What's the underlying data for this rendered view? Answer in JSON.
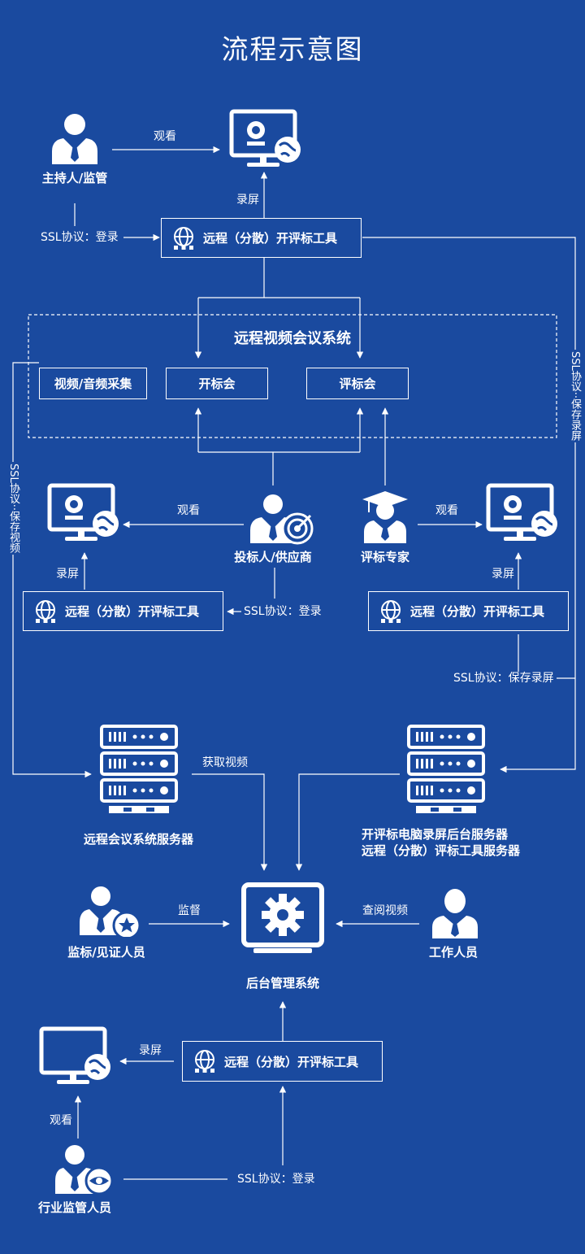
{
  "title": "流程示意图",
  "roles": {
    "host": "主持人/监管",
    "bidder": "投标人/供应商",
    "expert": "评标专家",
    "supervisor": "监标/见证人员",
    "staff": "工作人员",
    "industry": "行业监管人员"
  },
  "tool_label": "远程（分散）开评标工具",
  "video_system": {
    "title": "远程视频会议系统",
    "items": [
      "视频/音频采集",
      "开标会",
      "评标会"
    ]
  },
  "edge_labels": {
    "watch": "观看",
    "record": "录屏",
    "ssl_login": "SSL协议：登录",
    "ssl_login_short": "SSL协议：登录",
    "ssl_save_screen": "SSL协议：保存录屏",
    "ssl_save_screen_vertical": "SSL协议··保存录屏",
    "ssl_save_video_vertical": "SSL协议··保存视频",
    "get_video": "获取视频",
    "supervise": "监督",
    "review_video": "查阅视频"
  },
  "servers": {
    "meeting": "远程会议系统服务器",
    "recording_line1": "开评标电脑录屏后台服务器",
    "recording_line2": "远程（分散）评标工具服务器"
  },
  "backend": "后台管理系统",
  "colors": {
    "background": "#1a4a9f",
    "foreground": "#ffffff"
  }
}
